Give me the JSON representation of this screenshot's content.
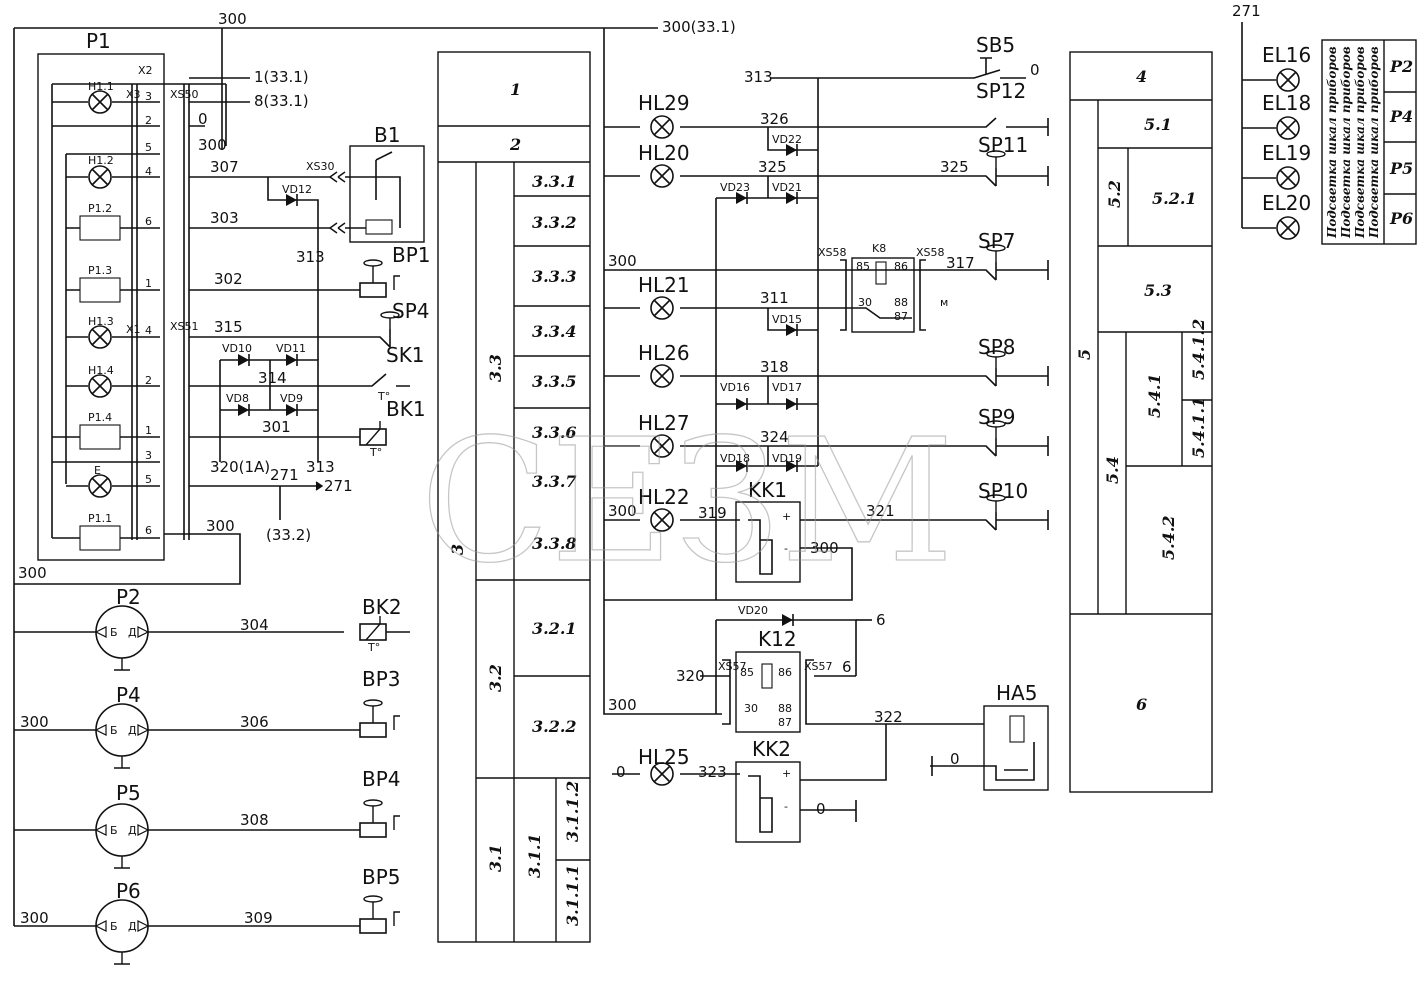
{
  "watermark": "СЕЗМ",
  "components": {
    "P1": "P1",
    "X2": "X2",
    "X3": "X3",
    "X1": "X1",
    "XS50": "XS50",
    "XS51": "XS51",
    "XS30": "XS30",
    "H1_1": "H1.1",
    "H1_2": "H1.2",
    "H1_3": "H1.3",
    "H1_4": "H1.4",
    "P1_2": "P1.2",
    "P1_3": "P1.3",
    "P1_4": "P1.4",
    "P1_1": "P1.1",
    "E": "E",
    "B1": "B1",
    "BP1": "BP1",
    "SP4": "SP4",
    "SK1": "SK1",
    "BK1": "BK1",
    "VD12": "VD12",
    "VD10": "VD10",
    "VD11": "VD11",
    "VD8": "VD8",
    "VD9": "VD9",
    "P2": "P2",
    "P4": "P4",
    "P5": "P5",
    "P6": "P6",
    "BK2": "BK2",
    "BP3": "BP3",
    "BP4": "BP4",
    "BP5": "BP5",
    "HL29": "HL29",
    "HL20": "HL20",
    "HL21": "HL21",
    "HL26": "HL26",
    "HL27": "HL27",
    "HL22": "HL22",
    "HL25": "HL25",
    "VD22": "VD22",
    "VD23": "VD23",
    "VD21": "VD21",
    "VD15": "VD15",
    "VD16": "VD16",
    "VD17": "VD17",
    "VD18": "VD18",
    "VD19": "VD19",
    "VD20": "VD20",
    "K8": "K8",
    "XS58a": "XS58",
    "XS58b": "XS58",
    "KK1": "KK1",
    "K12": "K12",
    "XS57a": "XS57",
    "XS57b": "XS57",
    "KK2": "KK2",
    "HA5": "HA5",
    "SB5": "SB5",
    "SP12": "SP12",
    "SP11": "SP11",
    "SP7": "SP7",
    "SP8": "SP8",
    "SP9": "SP9",
    "SP10": "SP10",
    "EL16": "EL16",
    "EL18": "EL18",
    "EL19": "EL19",
    "EL20": "EL20"
  },
  "gauge_letters": {
    "b": "Б",
    "d": "Д",
    "minus": "-"
  },
  "wire_labels": {
    "w300_top": "300",
    "w300_33_1": "300(33.1)",
    "w1_33_1": "1(33.1)",
    "w8_33_1": "8(33.1)",
    "w0_p1": "0",
    "w300_p1": "300",
    "w307": "307",
    "w303": "303",
    "w313a": "313",
    "w302": "302",
    "w315": "315",
    "w314": "314",
    "w301": "301",
    "w320_1a": "320(1A)",
    "w313b": "313",
    "w271a": "271",
    "w271b": "271",
    "w33_2": "(33.2)",
    "w300_bot": "300",
    "w300_left": "300",
    "w304": "304",
    "w306": "306",
    "w308": "308",
    "w309": "309",
    "w300_p4": "300",
    "w300_p6": "300",
    "w313c": "313",
    "w0_sb5": "0",
    "w326": "326",
    "w325a": "325",
    "w325b": "325",
    "w300_k8": "300",
    "w317": "317",
    "w311": "311",
    "w318": "318",
    "w324": "324",
    "w300_hl22": "300",
    "w319": "319",
    "w321": "321",
    "w300_kk1": "300",
    "w6a": "6",
    "w6b": "6",
    "w320": "320",
    "w300_k12": "300",
    "w322": "322",
    "w0_ha5": "0",
    "w0_hl25": "0",
    "w323": "323",
    "w0_kk2": "0",
    "w271_top": "271",
    "m_k8": "м"
  },
  "pin_labels": {
    "p3": "3",
    "p2": "2",
    "p5": "5",
    "p4": "4",
    "p6": "6",
    "p1": "1",
    "p4b": "4",
    "p2b": "2",
    "p1b": "1",
    "p3b": "3",
    "p5b": "5",
    "p6b": "6",
    "r85": "85",
    "r86": "86",
    "r30": "30",
    "r88": "88",
    "r87": "87",
    "r85b": "85",
    "r86b": "86",
    "r30b": "30",
    "r88b": "88",
    "r87b": "87",
    "plus": "+",
    "minus": "-",
    "plus2": "+",
    "minus2": "-",
    "t1": "T°",
    "t2": "T°",
    "t3": "T°"
  },
  "blocks_mid": {
    "b1": "1",
    "b2": "2",
    "b3": "3",
    "b33": "3.3",
    "b331": "3.3.1",
    "b332": "3.3.2",
    "b333": "3.3.3",
    "b334": "3.3.4",
    "b335": "3.3.5",
    "b336": "3.3.6",
    "b337": "3.3.7",
    "b338": "3.3.8",
    "b32": "3.2",
    "b321": "3.2.1",
    "b322": "3.2.2",
    "b31": "3.1",
    "b311": "3.1.1",
    "b3111": "3.1.1.1",
    "b3112": "3.1.1.2"
  },
  "blocks_right": {
    "b4": "4",
    "b5": "5",
    "b51": "5.1",
    "b52": "5.2",
    "b521": "5.2.1",
    "b53": "5.3",
    "b54": "5.4",
    "b541": "5.4.1",
    "b5411": "5.4.1.1",
    "b5412": "5.4.1.2",
    "b542": "5.4.2",
    "b6": "6"
  },
  "lighting_table": {
    "rows": [
      {
        "text": "Подсветка шкал приборов",
        "code": "P2"
      },
      {
        "text": "Подсветка шкал приборов",
        "code": "P4"
      },
      {
        "text": "Подсветка шкал приборов",
        "code": "P5"
      },
      {
        "text": "Подсветка шкал приборов",
        "code": "P6"
      }
    ]
  }
}
